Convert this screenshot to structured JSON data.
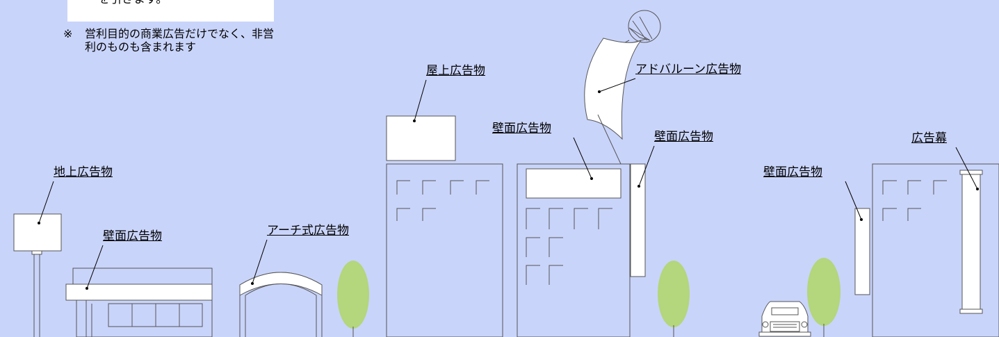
{
  "note": {
    "header": "を引きます。",
    "mark": "※",
    "text": "営利目的の商業広告だけでなく、非営利のものも含まれます"
  },
  "labels": {
    "ground_sign": "地上広告物",
    "wall_shop": "壁面広告物",
    "arch": "アーチ式広告物",
    "rooftop": "屋上広告物",
    "wall_center": "壁面広告物",
    "balloon": "アドバルーン広告物",
    "wall_side": "壁面広告物",
    "wall_right": "壁面広告物",
    "banner": "広告幕"
  },
  "colors": {
    "background": "#c9d4fa",
    "sign": "#ffffff",
    "tree": "#b4d67c",
    "outline": "#555555"
  },
  "icons": [
    "car-icon",
    "tree-icon",
    "balloon-icon"
  ]
}
